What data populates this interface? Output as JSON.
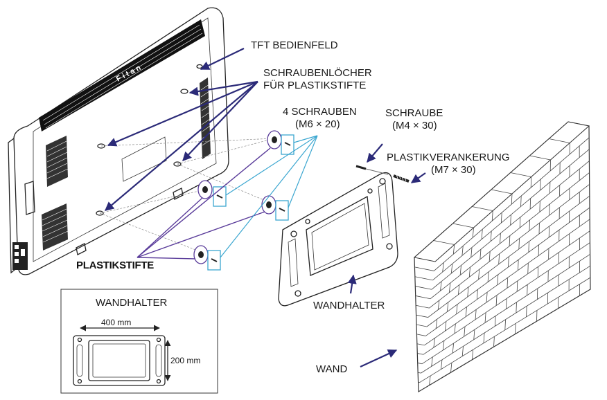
{
  "labels": {
    "tft_panel": "TFT BEDIENFELD",
    "holes_line1": "SCHRAUBENLÖCHER",
    "holes_line2": "FÜR PLASTIKSTIFTE",
    "screws4_line1": "4 SCHRAUBEN",
    "screws4_line2": "(M6 × 20)",
    "screw_line1": "SCHRAUBE",
    "screw_line2": "(M4 × 30)",
    "anchor_line1": "PLASTIKVERANKERUNG",
    "anchor_line2": "(M7 × 30)",
    "plastic_pins": "PLASTIKSTIFTE",
    "bracket": "WANDHALTER",
    "wall": "WAND"
  },
  "inset": {
    "title": "WANDHALTER",
    "width_dim": "400 mm",
    "height_dim": "200 mm"
  },
  "colors": {
    "navy_arrow": "#2b2a78",
    "purple_arrow": "#5a3c9a",
    "cyan_callout": "#3aa6d0"
  }
}
